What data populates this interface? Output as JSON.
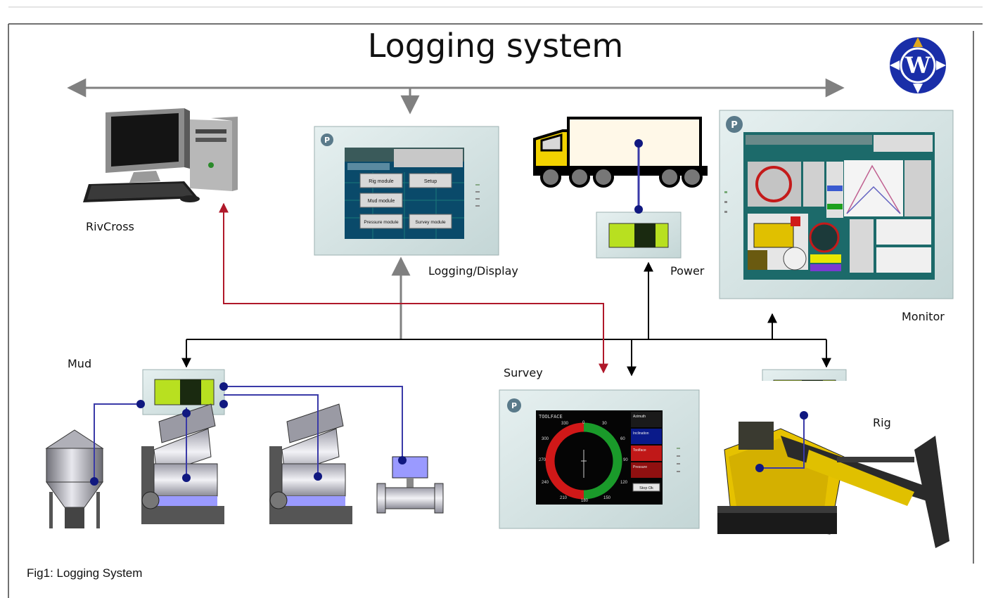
{
  "title": "Logging system",
  "caption": "Fig1: Logging System",
  "logo_letter": "W",
  "labels": {
    "rivcross": "RivCross",
    "logging_display": "Logging/Display",
    "power": "Power",
    "monitor": "Monitor",
    "mud": "Mud",
    "survey": "Survey",
    "rig": "Rig"
  },
  "logging_screen": {
    "buttons": [
      "Rig module",
      "Setup",
      "Mud module",
      "Pressure module",
      "Survey module"
    ]
  },
  "survey_screen": {
    "header": "TOOLFACE",
    "side_panels": [
      "Azimuth",
      "Inclination",
      "Toolface",
      "Pressure"
    ],
    "stop_button": "Stop Ok",
    "ticks": [
      "330",
      "0",
      "30",
      "300",
      "60",
      "270",
      "90",
      "240",
      "120",
      "210",
      "180",
      "150"
    ]
  },
  "colors": {
    "bus_gray": "#808080",
    "bus_black": "#000000",
    "link_red": "#b0182a",
    "link_blue": "#3a3aa8",
    "connector_blue": "#101880",
    "panel_fill": "#d6e6e6",
    "lcd_green": "#b8e020",
    "logo_blue": "#1a2ea8",
    "logo_gold": "#e0a820"
  }
}
